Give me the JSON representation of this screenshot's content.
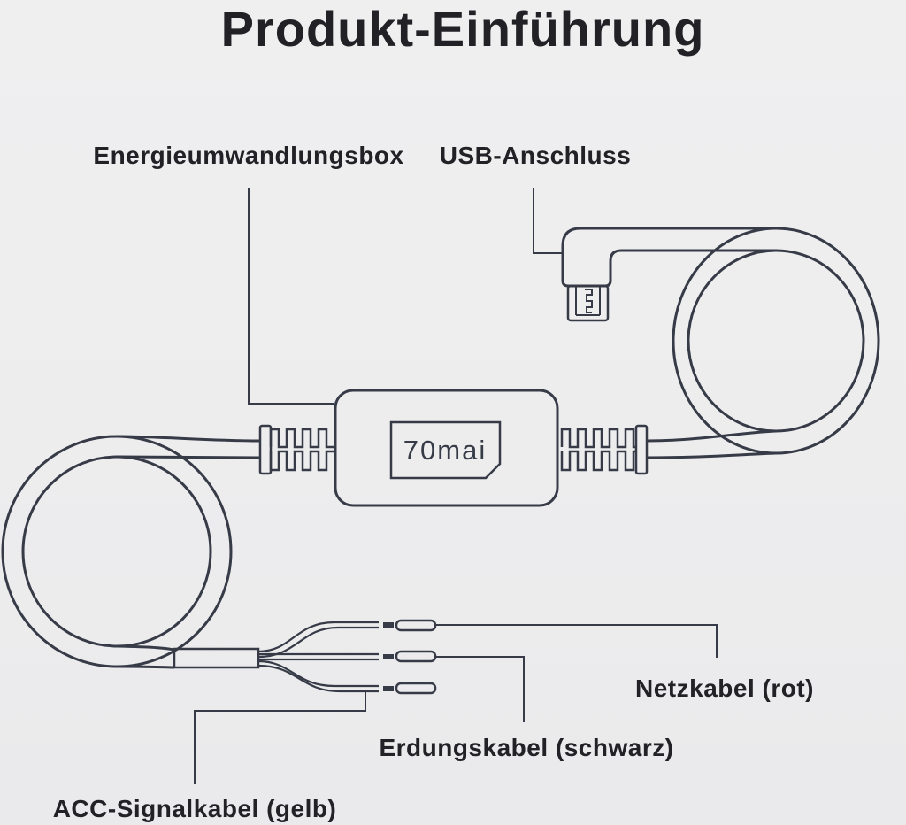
{
  "title": "Produkt-Einführung",
  "device": {
    "logo": "70mai"
  },
  "callouts": {
    "converter_box": "Energieumwandlungsbox",
    "usb_port": "USB-Anschluss",
    "power_wire": "Netzkabel (rot)",
    "ground_wire": "Erdungskabel (schwarz)",
    "acc_wire": "ACC-Signalkabel (gelb)"
  },
  "colors": {
    "background": "#ededee",
    "line": "#363b47",
    "text": "#222226"
  }
}
